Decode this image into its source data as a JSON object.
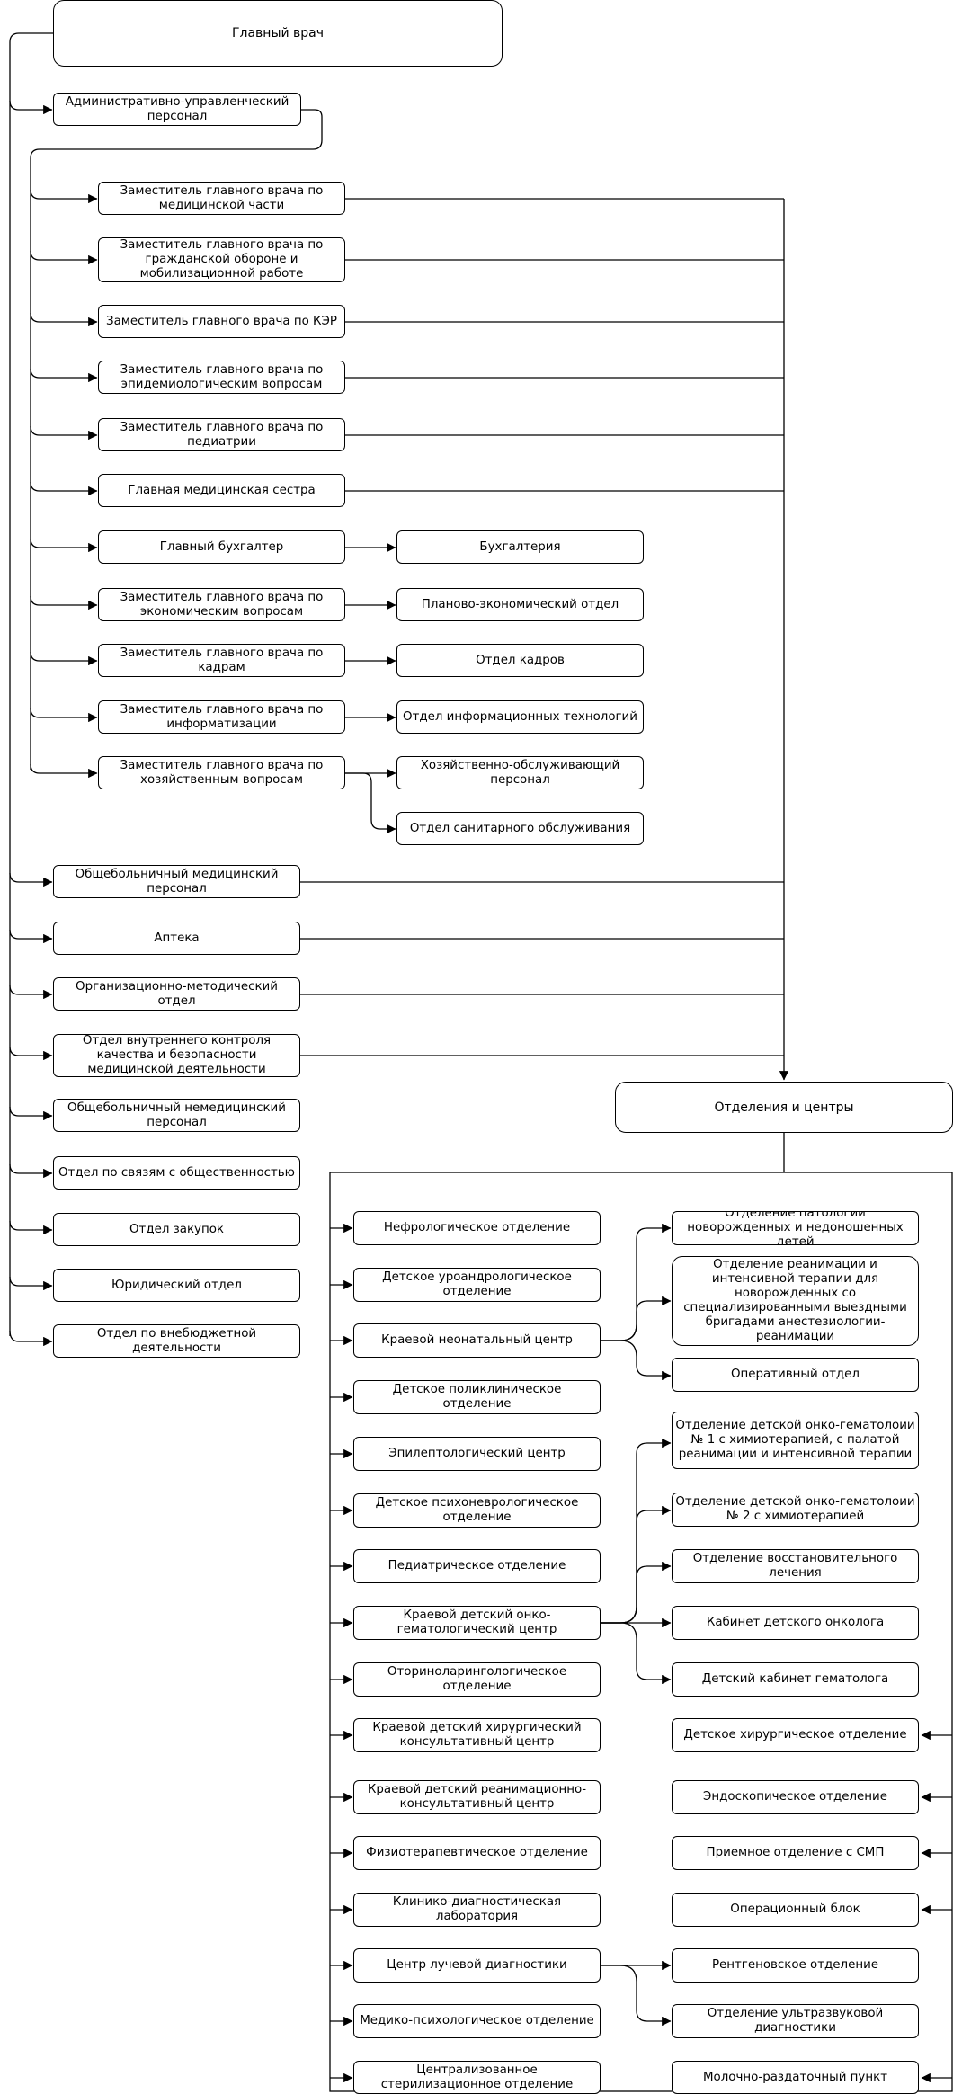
{
  "nodes": {
    "chief": "Главный врач",
    "aup": "Административно-управленческий персонал",
    "dep_med": "Заместитель главного врача по медицинской части",
    "dep_go": "Заместитель главного врача по гражданской обороне и мобилизационной работе",
    "dep_ker": "Заместитель главного врача по КЭР",
    "dep_epid": "Заместитель главного врача по эпидемиологическим вопросам",
    "dep_ped": "Заместитель главного врача по педиатрии",
    "head_nurse": "Главная медицинская сестра",
    "chief_acc": "Главный бухгалтер",
    "dep_econ": "Заместитель главного врача по экономическим вопросам",
    "dep_hr": "Заместитель главного врача по кадрам",
    "dep_it": "Заместитель главного врача по информатизации",
    "dep_household": "Заместитель главного врача по хозяйственным вопросам",
    "accounting": "Бухгалтерия",
    "plan_econ": "Планово-экономический отдел",
    "hr_dept": "Отдел кадров",
    "it_dept": "Отдел информационных технологий",
    "household_staff": "Хозяйственно-обслуживающий персонал",
    "sanitary": "Отдел санитарного обслуживания",
    "general_med": "Общебольничный медицинский персонал",
    "pharmacy": "Аптека",
    "org_method": "Организационно-методический отдел",
    "quality": "Отдел внутреннего контроля качества и безопасности медицинской деятельности",
    "general_nonmed": "Общебольничный немедицинский персонал",
    "pr": "Отдел по связям с общественностью",
    "procurement": "Отдел закупок",
    "legal": "Юридический отдел",
    "offbudget": "Отдел по внебюджетной деятельности",
    "centers": "Отделения и центры",
    "nephro": "Нефрологическое отделение",
    "uroandro": "Детское уроандрологическое отделение",
    "neonatal": "Краевой неонатальный центр",
    "polyclinic": "Детское поликлиническое отделение",
    "epilepto": "Эпилептологический центр",
    "psychoneuro": "Детское психоневрологическое отделение",
    "pediatric": "Педиатрическое отделение",
    "onco_center": "Краевой детский онко-гематологический центр",
    "ent": "Оториноларингологическое отделение",
    "surg_consult": "Краевой детский хирургический консультативный центр",
    "resus_consult": "Краевой детский реанимационно-консультативный центр",
    "physio": "Физиотерапевтическое отделение",
    "lab": "Клинико-диагностическая лаборатория",
    "radiology": "Центр лучевой диагностики",
    "psych": "Медико-психологическое отделение",
    "steril": "Централизованное стерилизационное отделение",
    "newborn_path": "Отделение патологии новорожденных и недоношенных детей",
    "newborn_icu": "Отделение реанимации и интенсивной терапии для новорожденных со специализированными выездными бригадами анестезиологии-реанимации",
    "operative": "Оперативный отдел",
    "onco1": "Отделение детской онко-гематолоии № 1 с химиотерапией, с палатой реанимации и интенсивной терапии",
    "onco2": "Отделение детской онко-гематолоии № 2 с химиотерапией",
    "rehab": "Отделение восстановительного лечения",
    "oncologist": "Кабинет детского онколога",
    "hematologist": "Детский кабинет гематолога",
    "child_surg": "Детское хирургическое отделение",
    "endoscopy": "Эндоскопическое отделение",
    "reception": "Приемное отделение с СМП",
    "operating": "Операционный блок",
    "xray": "Рентгеновское отделение",
    "ultrasound": "Отделение ультразвуковой диагностики",
    "milk": "Молочно-раздаточный пункт"
  }
}
